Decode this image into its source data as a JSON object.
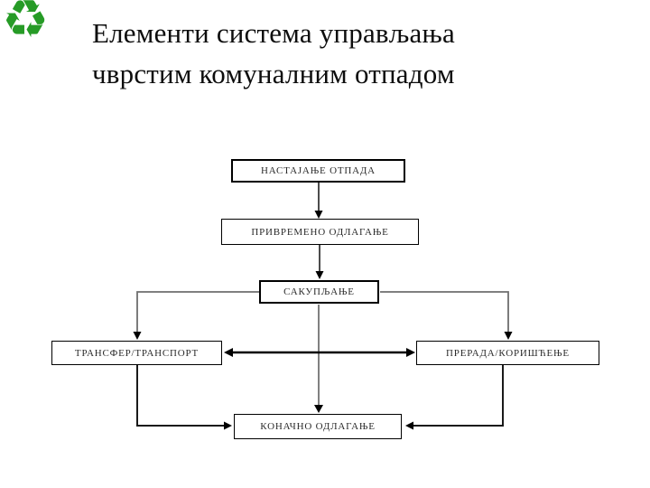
{
  "header": {
    "recycle_icon": {
      "name": "recycle-icon",
      "glyph": "♻",
      "color": "#269B26"
    },
    "title_line1": "Елементи система управљања",
    "title_line2": "чврстим комуналним отпадом"
  },
  "diagram": {
    "nodes": {
      "generation": {
        "label": "НАСТАЈАЊЕ ОТПАДА"
      },
      "temporary": {
        "label": "ПРИВРЕМЕНО ОДЛАГАЊЕ"
      },
      "collection": {
        "label": "САКУПЉАЊЕ"
      },
      "transfer": {
        "label": "ТРАНСФЕР/ТРАНСПОРТ"
      },
      "processing": {
        "label": "ПРЕРАДА/КОРИШЋЕЊЕ"
      },
      "final": {
        "label": "КОНАЧНО ОДЛАГАЊЕ"
      }
    },
    "edges": [
      {
        "from": "generation",
        "to": "temporary",
        "type": "arrow"
      },
      {
        "from": "temporary",
        "to": "collection",
        "type": "arrow"
      },
      {
        "from": "collection",
        "to": "transfer",
        "type": "arrow"
      },
      {
        "from": "collection",
        "to": "processing",
        "type": "arrow"
      },
      {
        "from": "collection",
        "to": "final",
        "type": "arrow"
      },
      {
        "from": "transfer",
        "to": "processing",
        "type": "double-arrow"
      },
      {
        "from": "transfer",
        "to": "final",
        "type": "arrow"
      },
      {
        "from": "processing",
        "to": "final",
        "type": "arrow"
      }
    ],
    "colors": {
      "line_black": "#000000",
      "line_gray": "#808080",
      "box_border": "#000000",
      "box_fill": "#ffffff"
    }
  }
}
